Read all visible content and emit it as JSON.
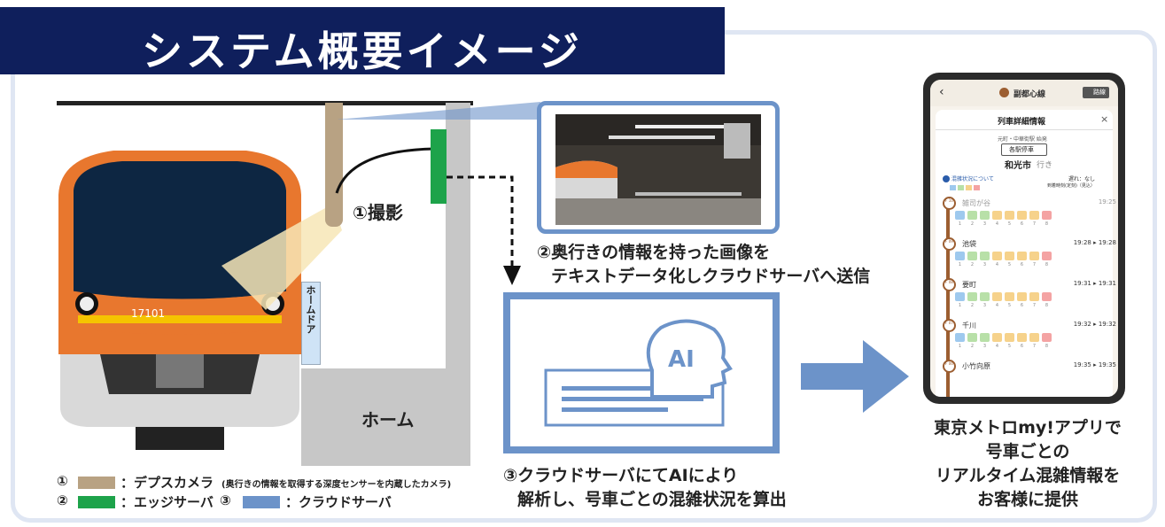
{
  "title": "システム概要イメージ",
  "step1_label": "①撮影",
  "step2_line1": "②奥行きの情報を持った画像を",
  "step2_line2": "テキストデータ化しクラウドサーバへ送信",
  "step3_line1": "③クラウドサーバにてAIにより",
  "step3_line2": "解析し、号車ごとの混雑状況を算出",
  "ai_label": "AI",
  "platform_door_label": "ホームドア",
  "platform_label": "ホーム",
  "train_number": "17101",
  "result_lines": [
    "東京メトロmy!アプリで",
    "号車ごとの",
    "リアルタイム混雑情報を",
    "お客様に提供"
  ],
  "legend": {
    "item1_num": "①",
    "item1_name": "：デプスカメラ",
    "item1_note": "(奥行きの情報を取得する深度センサーを内蔵したカメラ)",
    "item2_num": "②",
    "item2_name": "：エッジサーバ",
    "item3_num": "③",
    "item3_name": "：クラウドサーバ"
  },
  "colors": {
    "camera": "#b8a283",
    "edge_server": "#1da34a",
    "cloud_server": "#6c93c9",
    "title_bg": "#0f1f5c",
    "train_orange": "#e8772e"
  },
  "phone": {
    "back_icon": "chevron-left-icon",
    "line_name": "副都心線",
    "header_btn": "路線",
    "panel_title": "列車詳細情報",
    "origin": "元町・中華街駅 始発",
    "type": "各駅停車",
    "destination": "和光市",
    "destination_suffix": "行き",
    "crowd_info_link": "混雑状況について",
    "delay": "遅れ：なし",
    "arrival_note": "到着時刻(定刻)（見込）",
    "stations": [
      {
        "code": "F\n10",
        "name": "雑司が谷",
        "time": "19:25",
        "passed": true
      },
      {
        "code": "F\n09",
        "name": "池袋",
        "time": "19:28 ▸ 19:28",
        "passed": false
      },
      {
        "code": "F\n08",
        "name": "要町",
        "time": "19:31 ▸ 19:31",
        "passed": false
      },
      {
        "code": "F\n07",
        "name": "千川",
        "time": "19:32 ▸ 19:32",
        "passed": false
      },
      {
        "code": "F\n06",
        "name": "小竹向原",
        "time": "19:35 ▸ 19:35",
        "passed": false
      }
    ],
    "car_numbers": [
      "1",
      "2",
      "3",
      "4",
      "5",
      "6",
      "7",
      "8"
    ]
  }
}
